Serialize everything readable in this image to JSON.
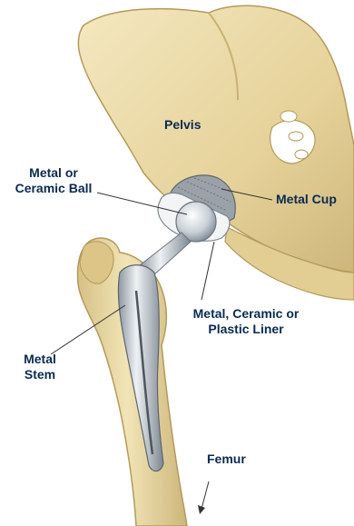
{
  "labels": {
    "pelvis": "Pelvis",
    "ball_line1": "Metal or",
    "ball_line2": "Ceramic Ball",
    "cup": "Metal Cup",
    "liner_line1": "Metal, Ceramic or",
    "liner_line2": "Plastic Liner",
    "stem_line1": "Metal",
    "stem_line2": "Stem",
    "femur": "Femur"
  },
  "colors": {
    "bone": "#ead9a6",
    "bone_shade": "#cdb67a",
    "bone_outline": "#b39a5c",
    "metal": "#c9d0d8",
    "metal_dark": "#7d8791",
    "liner": "#f3f4f6",
    "label_text": "#0a2a52",
    "leader_line": "#333333"
  }
}
